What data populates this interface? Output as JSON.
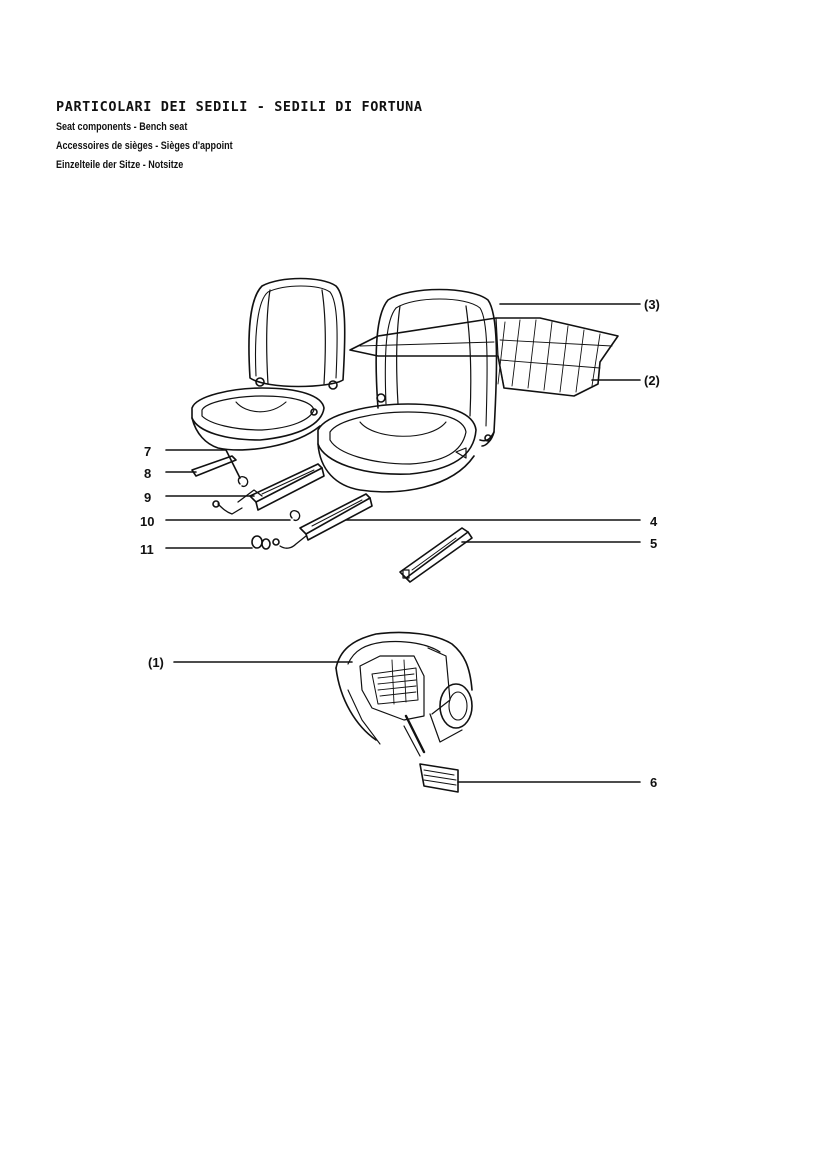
{
  "header": {
    "title": "PARTICOLARI DEI SEDILI - SEDILI DI FORTUNA",
    "subtitles": [
      "Seat components - Bench seat",
      "Accessoires de sièges - Sièges d'appoint",
      "Einzelteile der Sitze - Notsitze"
    ]
  },
  "callouts": {
    "c1": "(1)",
    "c2": "(2)",
    "c3": "(3)",
    "c4": "4",
    "c5": "5",
    "c6": "6",
    "c7": "7",
    "c8": "8",
    "c9": "9",
    "c10": "10",
    "c11": "11"
  }
}
